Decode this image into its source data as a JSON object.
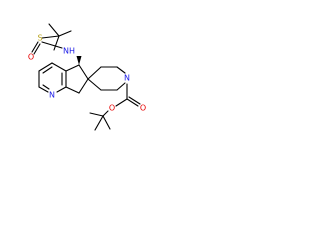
{
  "molecule": {
    "atoms": {
      "sulfur": "S",
      "sulfinyl_oxygen": "O",
      "amine": "NH",
      "pyridine_nitrogen": "N",
      "piperidine_nitrogen": "N",
      "carbonyl_oxygen": "O",
      "ester_oxygen": "O"
    }
  },
  "colors": {
    "bond": "#000000",
    "sulfur": "#b8a21a",
    "nitrogen": "#1a1ae6",
    "oxygen": "#e60000",
    "background": "#ffffff"
  }
}
